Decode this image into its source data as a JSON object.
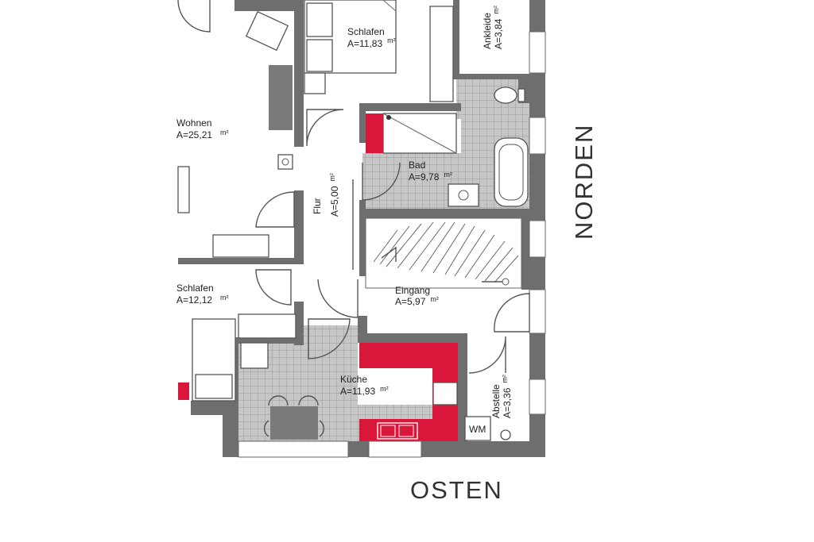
{
  "rooms": {
    "schlafen_top": {
      "name": "Schlafen",
      "area": "A=11,83",
      "unit": "m²"
    },
    "wohnen": {
      "name": "Wohnen",
      "area": "A=25,21",
      "unit": "m²"
    },
    "ankleide": {
      "name": "Ankleide",
      "area": "A=3,84",
      "unit": "m²"
    },
    "bad": {
      "name": "Bad",
      "area": "A=9,78",
      "unit": "m²"
    },
    "flur": {
      "name": "Flur",
      "area": "A=5,00",
      "unit": "m²"
    },
    "schlafen_bottom": {
      "name": "Schlafen",
      "area": "A=12,12",
      "unit": "m²"
    },
    "eingang": {
      "name": "Eingang",
      "area": "A=5,97",
      "unit": "m²"
    },
    "kueche": {
      "name": "Küche",
      "area": "A=11,93",
      "unit": "m²"
    },
    "abstelle": {
      "name": "Abstelle",
      "area": "A=3,36",
      "unit": "m²"
    }
  },
  "appliances": {
    "washing_machine": "WM"
  },
  "compass": {
    "east": "OSTEN",
    "north": "NORDEN"
  },
  "colors": {
    "wall": "#6e6e6e",
    "kitchen": "#d9173b",
    "tile_grid": "#9a9a9a",
    "tile_fill": "#c4c4c4"
  }
}
